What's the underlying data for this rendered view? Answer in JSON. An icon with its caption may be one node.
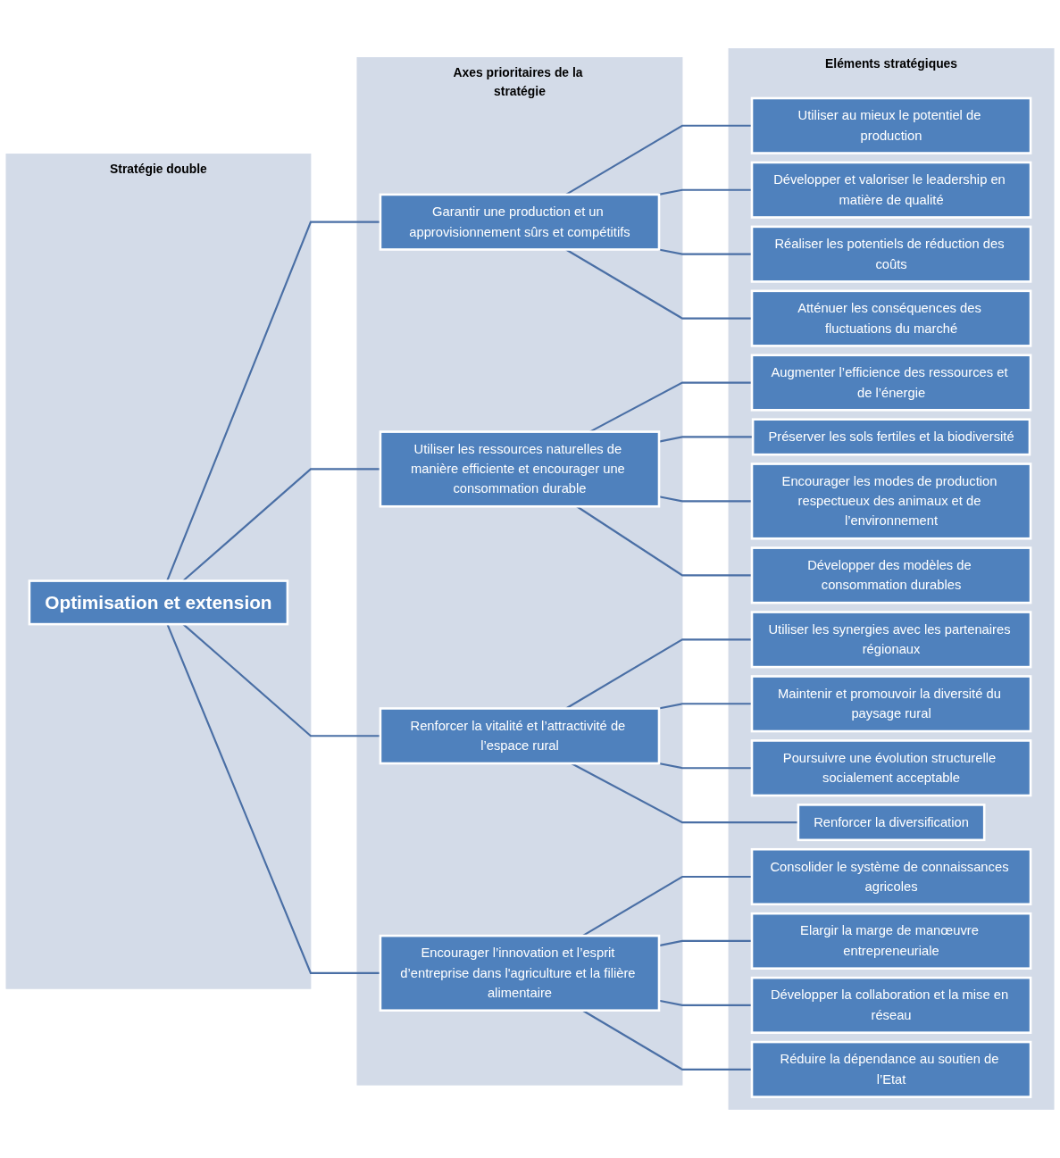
{
  "diagram": {
    "nodes": [
      {
        "text": [
          "Stratégie double"
        ]
      },
      {
        "text": [
          "Optimisation et extension"
        ],
        "in": 0
      },
      {
        "text": [
          "Axes prioritaires de la stratégie"
        ]
      },
      {
        "text": [
          "Garantir une production et un approvisionnement sûrs et compétitifs"
        ],
        "in": 2
      },
      {
        "text": [
          "Utiliser les ressources naturelles de manière efficiente et encourager une consommation durable"
        ],
        "in": 2
      },
      {
        "text": [
          "Renforcer la vitalité et l’attractivité de l’espace rural"
        ],
        "in": 2
      },
      {
        "text": [
          "Encourager l’innovation et l’esprit d’entreprise dans l'agriculture et la filière alimentaire"
        ],
        "in": 2
      },
      {
        "text": [
          "Eléments stratégiques"
        ]
      },
      {
        "text": [
          "Utiliser au mieux le potentiel de production"
        ],
        "in": 7
      },
      {
        "text": [
          "Développer et valoriser le leadership en matière de qualité"
        ],
        "in": 7
      },
      {
        "text": [
          "Réaliser les potentiels de réduction des coûts"
        ],
        "in": 7
      },
      {
        "text": [
          "Atténuer les conséquences des fluctuations du marché"
        ],
        "in": 7
      },
      {
        "text": [
          "Augmenter l’efficience des ressources et de l’énergie"
        ],
        "in": 7
      },
      {
        "text": [
          "Préserver les sols fertiles et la biodiversité"
        ],
        "in": 7
      },
      {
        "text": [
          "Encourager les modes de production respectueux des animaux et de l’environnement"
        ],
        "in": 7
      },
      {
        "text": [
          "Développer des modèles de consommation durables"
        ],
        "in": 7
      },
      {
        "text": [
          "Utiliser les synergies avec les partenaires régionaux"
        ],
        "in": 7
      },
      {
        "text": [
          "Maintenir et promouvoir la diversité du paysage rural"
        ],
        "in": 7
      },
      {
        "text": [
          "Poursuivre une évolution structurelle socialement acceptable"
        ],
        "in": 7
      },
      {
        "text": [
          "Renforcer la diversification"
        ],
        "in": 7
      },
      {
        "text": [
          "Consolider le système de connaissances agricoles"
        ],
        "in": 7
      },
      {
        "text": [
          "Elargir la marge de manœuvre entrepreneuriale"
        ],
        "in": 7
      },
      {
        "text": [
          "Développer la collaboration et la mise en réseau"
        ],
        "in": 7
      },
      {
        "text": [
          "Réduire la dépendance au soutien de l’Etat"
        ],
        "in": 7
      }
    ],
    "edges": [
      {
        "from": 1,
        "to": 3,
        "arrow": "none"
      },
      {
        "from": 1,
        "to": 4,
        "arrow": "none"
      },
      {
        "from": 1,
        "to": 5,
        "arrow": "none"
      },
      {
        "from": 1,
        "to": 6,
        "arrow": "none"
      },
      {
        "from": 3,
        "to": 8,
        "arrow": "none"
      },
      {
        "from": 3,
        "to": 9,
        "arrow": "none"
      },
      {
        "from": 3,
        "to": 10,
        "arrow": "none"
      },
      {
        "from": 3,
        "to": 11,
        "arrow": "none"
      },
      {
        "from": 4,
        "to": 12,
        "arrow": "none"
      },
      {
        "from": 4,
        "to": 13,
        "arrow": "none"
      },
      {
        "from": 4,
        "to": 14,
        "arrow": "none"
      },
      {
        "from": 4,
        "to": 15,
        "arrow": "none"
      },
      {
        "from": 5,
        "to": 16,
        "arrow": "none"
      },
      {
        "from": 5,
        "to": 17,
        "arrow": "none"
      },
      {
        "from": 5,
        "to": 18,
        "arrow": "none"
      },
      {
        "from": 5,
        "to": 19,
        "arrow": "none"
      },
      {
        "from": 6,
        "to": 20,
        "arrow": "none"
      },
      {
        "from": 6,
        "to": 21,
        "arrow": "none"
      },
      {
        "from": 6,
        "to": 22,
        "arrow": "none"
      },
      {
        "from": 6,
        "to": 23,
        "arrow": "none"
      }
    ]
  }
}
